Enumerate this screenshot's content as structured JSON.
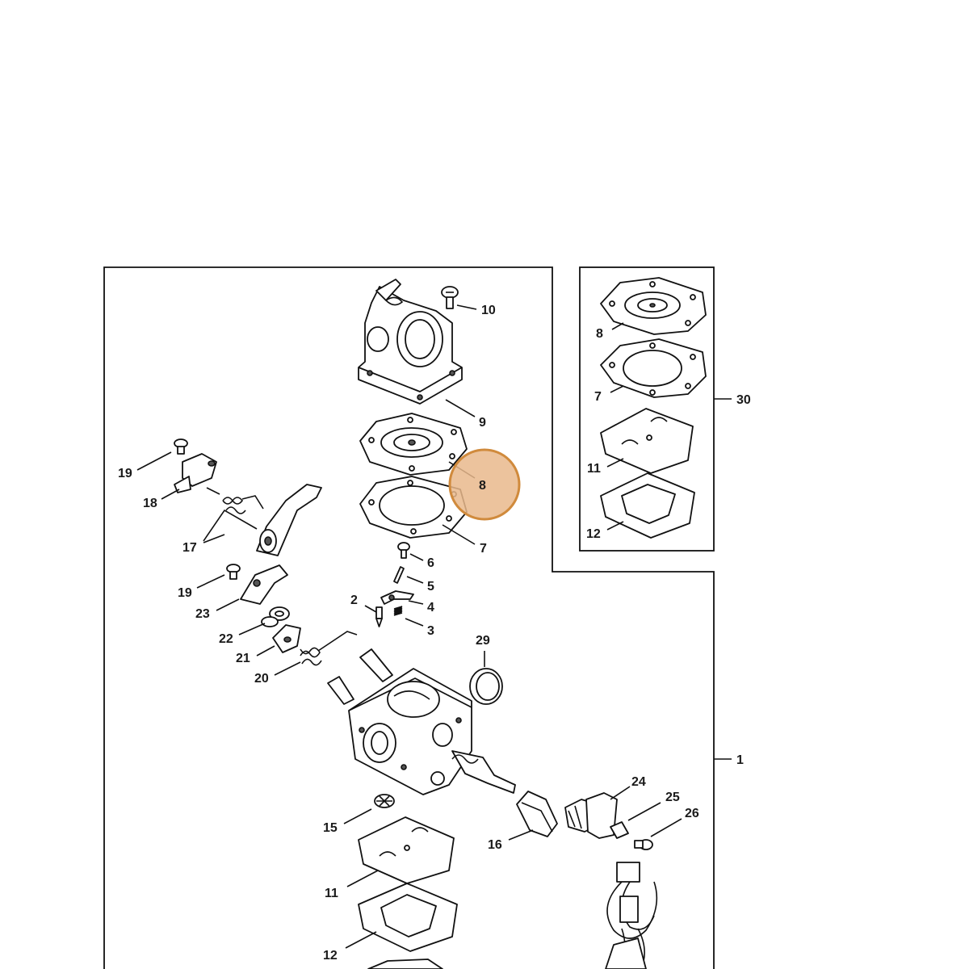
{
  "diagram": {
    "highlight_label": "8",
    "accent_color": "#d08a3c",
    "highlight_fill": "#e9b98c",
    "callouts": [
      "10",
      "9",
      "8",
      "7",
      "6",
      "5",
      "4",
      "3",
      "2",
      "29",
      "19",
      "18",
      "17",
      "19",
      "23",
      "22",
      "21",
      "20",
      "24",
      "25",
      "26",
      "16",
      "15",
      "11",
      "12",
      "1"
    ],
    "kit": {
      "label": "30",
      "callouts": [
        "8",
        "7",
        "11",
        "12"
      ]
    }
  }
}
